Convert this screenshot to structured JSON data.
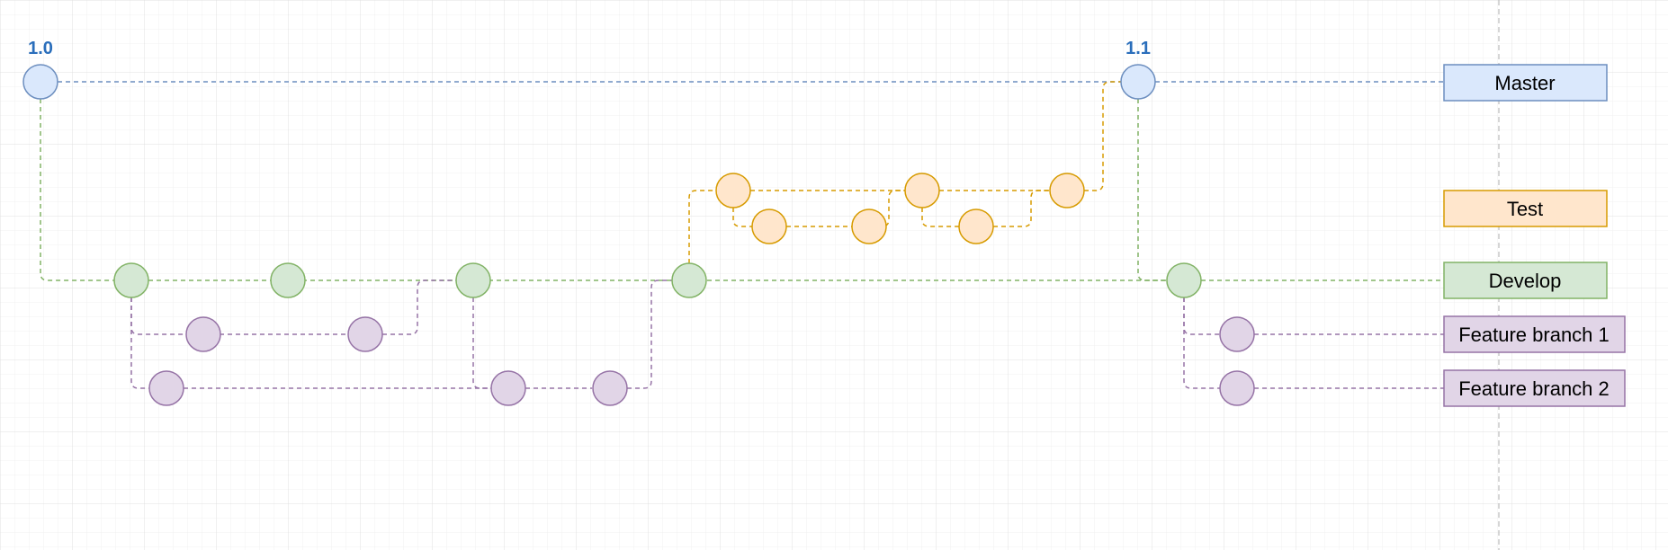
{
  "diagram": {
    "type": "git-branching-flow",
    "colors": {
      "master_fill": "#dae8fc",
      "master_stroke": "#6c8ebf",
      "test_fill": "#ffe6cc",
      "test_stroke": "#d79b00",
      "develop_fill": "#d5e8d4",
      "develop_stroke": "#82b366",
      "feature_fill": "#e1d5e7",
      "feature_stroke": "#9673a6",
      "tag_text": "#2a6ebb",
      "grid": "#e8e8e8"
    },
    "tags": [
      {
        "id": "tag-1-0",
        "text": "1.0"
      },
      {
        "id": "tag-1-1",
        "text": "1.1"
      }
    ],
    "lanes": [
      {
        "id": "lane-master",
        "label": "Master",
        "color": "master"
      },
      {
        "id": "lane-test",
        "label": "Test",
        "color": "test"
      },
      {
        "id": "lane-develop",
        "label": "Develop",
        "color": "develop"
      },
      {
        "id": "lane-feature-1",
        "label": "Feature branch 1",
        "color": "feature"
      },
      {
        "id": "lane-feature-2",
        "label": "Feature branch 2",
        "color": "feature"
      }
    ]
  }
}
